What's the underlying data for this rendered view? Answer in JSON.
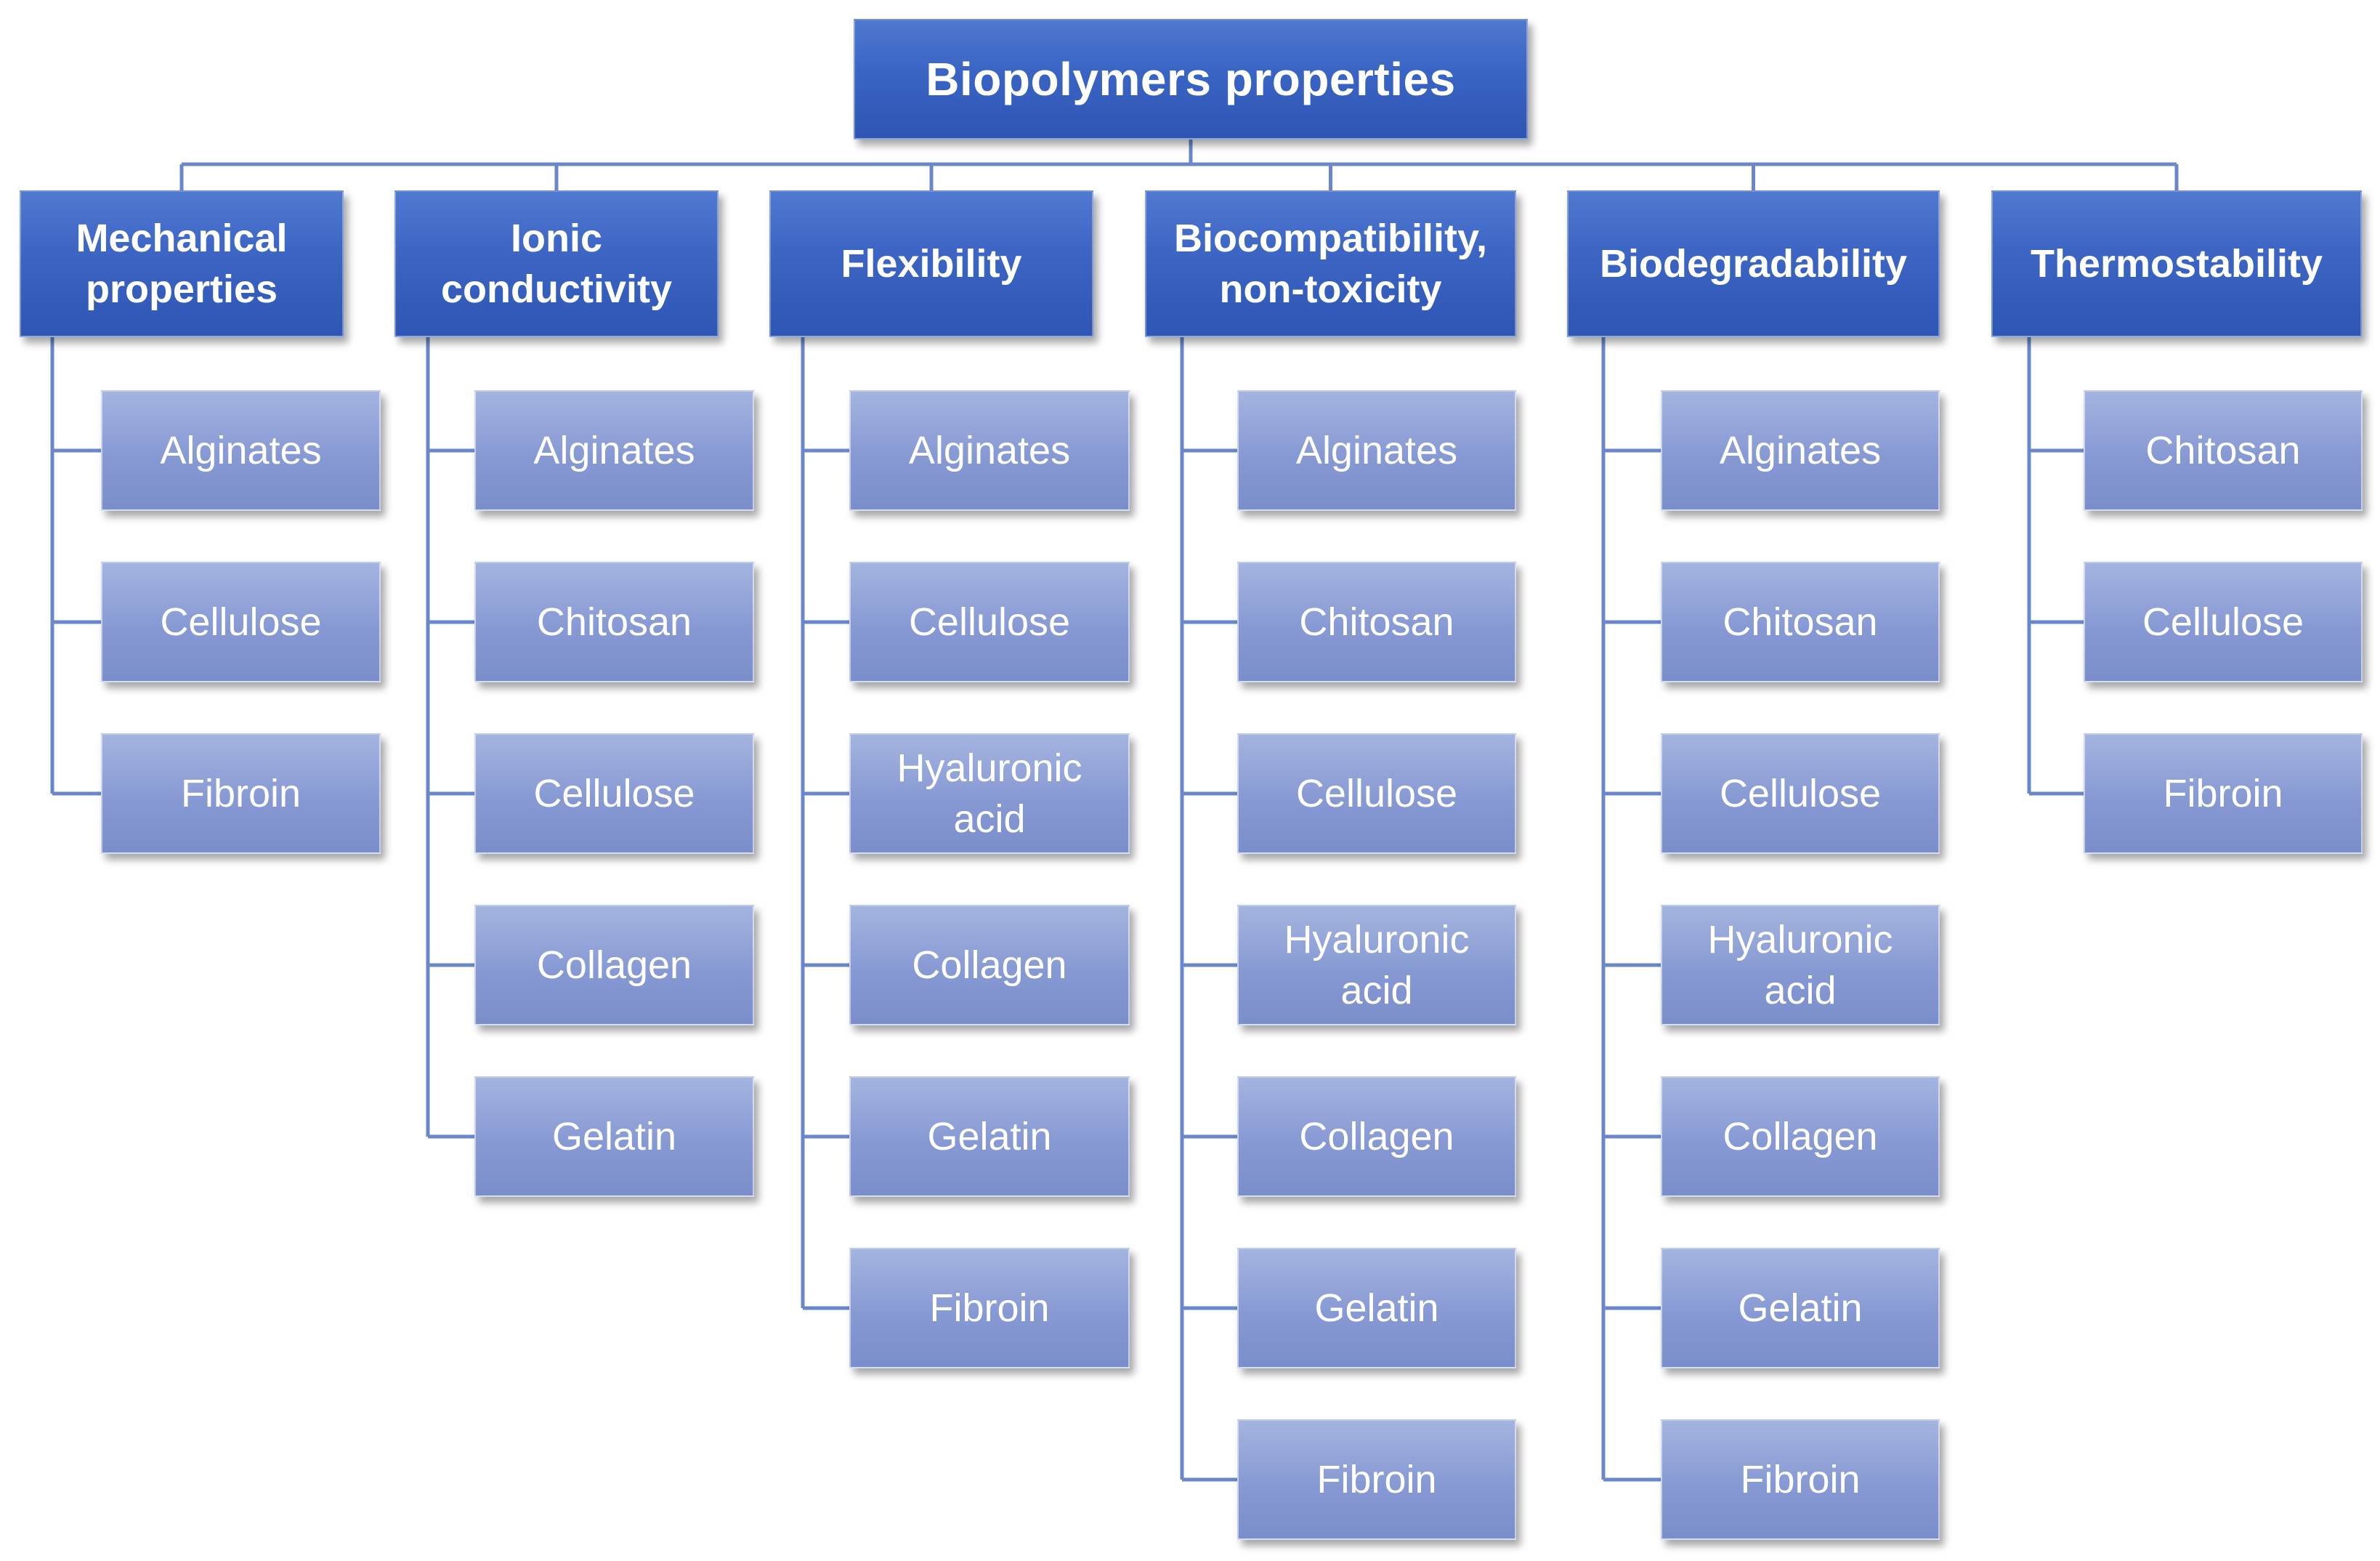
{
  "root": {
    "label": "Biopolymers properties"
  },
  "colors": {
    "category_fill": "#3a64c4",
    "leaf_fill": "#8799d3",
    "connector": "#6a87cc",
    "text": "#ffffff"
  },
  "categories": [
    {
      "label": "Mechanical\nproperties",
      "items": [
        "Alginates",
        "Cellulose",
        "Fibroin"
      ]
    },
    {
      "label": "Ionic\nconductivity",
      "items": [
        "Alginates",
        "Chitosan",
        "Cellulose",
        "Collagen",
        "Gelatin"
      ]
    },
    {
      "label": "Flexibility",
      "items": [
        "Alginates",
        "Cellulose",
        "Hyaluronic\nacid",
        "Collagen",
        "Gelatin",
        "Fibroin"
      ]
    },
    {
      "label": "Biocompatibility,\nnon-toxicity",
      "items": [
        "Alginates",
        "Chitosan",
        "Cellulose",
        "Hyaluronic\nacid",
        "Collagen",
        "Gelatin",
        "Fibroin"
      ]
    },
    {
      "label": "Biodegradability",
      "items": [
        "Alginates",
        "Chitosan",
        "Cellulose",
        "Hyaluronic\nacid",
        "Collagen",
        "Gelatin",
        "Fibroin"
      ]
    },
    {
      "label": "Thermostability",
      "items": [
        "Chitosan",
        "Cellulose",
        "Fibroin"
      ]
    }
  ]
}
